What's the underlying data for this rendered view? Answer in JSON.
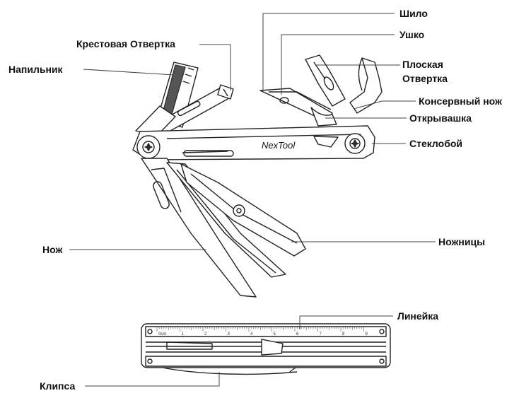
{
  "brand": "NexTool",
  "labels": {
    "shilo": "Шило",
    "ushko": "Ушко",
    "krestovaya": "Крестовая Отвертка",
    "napilnik": "Напильник",
    "ploskaya_line1": "Плоская",
    "ploskaya_line2": "Отвертка",
    "konservny": "Консервный нож",
    "otkryvashka": "Открывашка",
    "steklobo": "Стеклобой",
    "nozh": "Нож",
    "nozhnitsy": "Ножницы",
    "lineyka": "Линейка",
    "klipsa": "Клипса"
  },
  "ruler": {
    "unit": "cm",
    "ticks": [
      "0",
      "1",
      "2",
      "3",
      "4",
      "5",
      "6",
      "7",
      "8",
      "9"
    ]
  },
  "colors": {
    "ink": "#111111",
    "leader": "#444444",
    "background": "#ffffff"
  }
}
